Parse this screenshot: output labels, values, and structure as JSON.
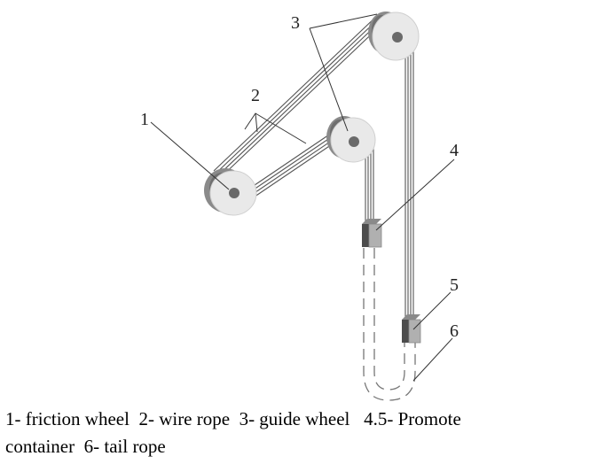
{
  "labels": {
    "friction_wheel": "1",
    "wire_rope": "2",
    "guide_wheel": "3",
    "container_a": "4",
    "container_b": "5",
    "tail_rope": "6"
  },
  "caption": {
    "line1": "1- friction wheel  2- wire rope  3- guide wheel   4.5- Promote",
    "line2": "container  6- tail rope"
  },
  "colors": {
    "wheel_face": "#e9e9e9",
    "wheel_side": "#8a8a8a",
    "rope": "#555555",
    "container_face": "#b0b0b0",
    "container_side": "#555555"
  }
}
